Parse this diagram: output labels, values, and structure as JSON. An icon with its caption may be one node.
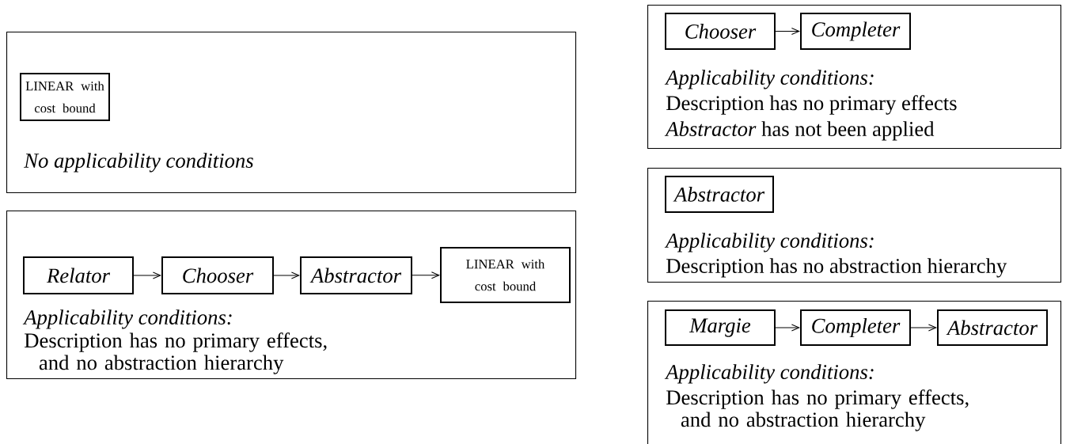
{
  "diagram": {
    "nodes": [
      {
        "text": [
          "No applicability conditions"
        ]
      },
      {
        "text": [
          "LINEAR with cost bound"
        ],
        "in": 0
      },
      {
        "text": [
          "Applicability conditions:",
          "Description has no primary effects, and no abstraction hierarchy"
        ]
      },
      {
        "text": [
          "Relator"
        ],
        "in": 2
      },
      {
        "text": [
          "Chooser"
        ],
        "in": 2
      },
      {
        "text": [
          "Abstractor"
        ],
        "in": 2
      },
      {
        "text": [
          "LINEAR with cost bound"
        ],
        "in": 2
      },
      {
        "text": [
          "Applicability conditions:",
          "Description has no primary effects",
          "*Abstractor* has not been applied"
        ]
      },
      {
        "text": [
          "Chooser"
        ],
        "in": 7
      },
      {
        "text": [
          "Completer"
        ],
        "in": 7
      },
      {
        "text": [
          "Applicability conditions:",
          "Description has no abstraction hierarchy"
        ]
      },
      {
        "text": [
          "Abstractor"
        ],
        "in": 10
      },
      {
        "text": [
          "Applicability conditions:",
          "Description has no primary effects, and no abstraction hierarchy"
        ]
      },
      {
        "text": [
          "Margie"
        ],
        "in": 12
      },
      {
        "text": [
          "Completer"
        ],
        "in": 12
      },
      {
        "text": [
          "Abstractor"
        ],
        "in": 12
      }
    ],
    "edges": [
      {
        "from": 3,
        "to": 4,
        "arrow": "to"
      },
      {
        "from": 4,
        "to": 5,
        "arrow": "to"
      },
      {
        "from": 5,
        "to": 6,
        "arrow": "to"
      },
      {
        "from": 8,
        "to": 9,
        "arrow": "to"
      },
      {
        "from": 13,
        "to": 14,
        "arrow": "to"
      },
      {
        "from": 14,
        "to": 15,
        "arrow": "to"
      }
    ]
  }
}
